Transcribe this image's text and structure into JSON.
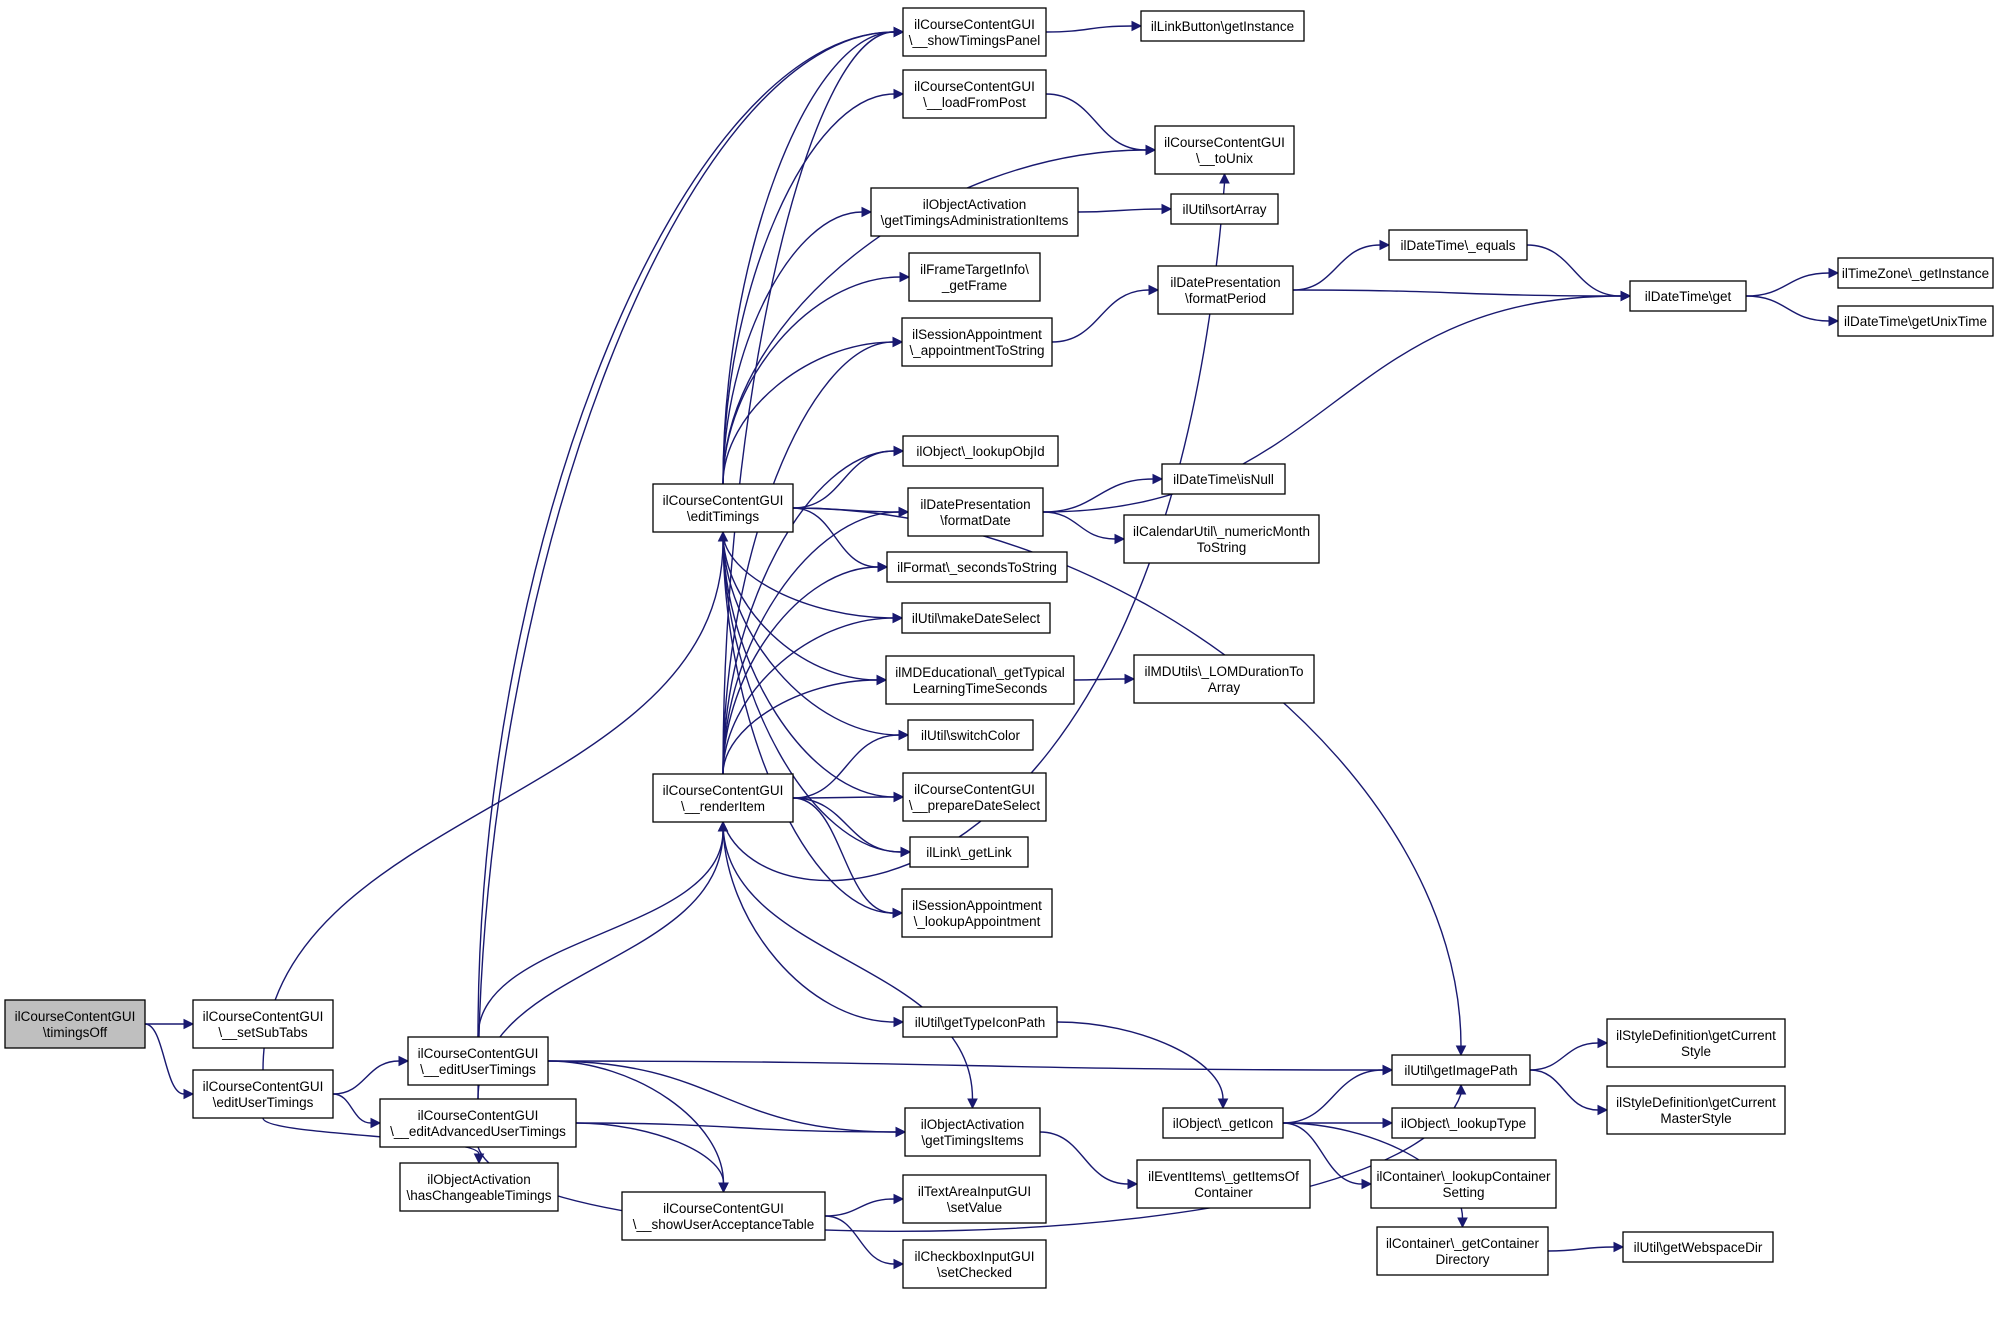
{
  "diagram": {
    "edge_color": "#191970",
    "root_fill": "#bfbfbf",
    "nodes": [
      {
        "id": "root",
        "lines": [
          "ilCourseContentGUI",
          "\\timingsOff"
        ],
        "root": true
      },
      {
        "id": "setSubTabs",
        "lines": [
          "ilCourseContentGUI",
          "\\__setSubTabs"
        ]
      },
      {
        "id": "editUserTimings",
        "lines": [
          "ilCourseContentGUI",
          "\\editUserTimings"
        ]
      },
      {
        "id": "_editUserTimings",
        "lines": [
          "ilCourseContentGUI",
          "\\__editUserTimings"
        ]
      },
      {
        "id": "editAdvanced",
        "lines": [
          "ilCourseContentGUI",
          "\\__editAdvancedUserTimings"
        ]
      },
      {
        "id": "hasChangeable",
        "lines": [
          "ilObjectActivation",
          "\\hasChangeableTimings"
        ]
      },
      {
        "id": "editTimings",
        "lines": [
          "ilCourseContentGUI",
          "\\editTimings"
        ]
      },
      {
        "id": "renderItem",
        "lines": [
          "ilCourseContentGUI",
          "\\__renderItem"
        ]
      },
      {
        "id": "showUserAcceptance",
        "lines": [
          "ilCourseContentGUI",
          "\\__showUserAcceptanceTable"
        ]
      },
      {
        "id": "showTimingsPanel",
        "lines": [
          "ilCourseContentGUI",
          "\\__showTimingsPanel"
        ]
      },
      {
        "id": "loadFromPost",
        "lines": [
          "ilCourseContentGUI",
          "\\__loadFromPost"
        ]
      },
      {
        "id": "getTimingsAdmin",
        "lines": [
          "ilObjectActivation",
          "\\getTimingsAdministrationItems"
        ]
      },
      {
        "id": "getFrame",
        "lines": [
          "ilFrameTargetInfo\\",
          "_getFrame"
        ]
      },
      {
        "id": "appointmentToString",
        "lines": [
          "ilSessionAppointment",
          "\\_appointmentToString"
        ]
      },
      {
        "id": "lookupObjId",
        "lines": [
          "ilObject\\_lookupObjId"
        ]
      },
      {
        "id": "formatDate",
        "lines": [
          "ilDatePresentation",
          "\\formatDate"
        ]
      },
      {
        "id": "secondsToString",
        "lines": [
          "ilFormat\\_secondsToString"
        ]
      },
      {
        "id": "makeDateSelect",
        "lines": [
          "ilUtil\\makeDateSelect"
        ]
      },
      {
        "id": "getTypical",
        "lines": [
          "ilMDEducational\\_getTypical",
          "LearningTimeSeconds"
        ]
      },
      {
        "id": "switchColor",
        "lines": [
          "ilUtil\\switchColor"
        ]
      },
      {
        "id": "prepareDateSelect",
        "lines": [
          "ilCourseContentGUI",
          "\\__prepareDateSelect"
        ]
      },
      {
        "id": "getLink",
        "lines": [
          "ilLink\\_getLink"
        ]
      },
      {
        "id": "lookupAppointment",
        "lines": [
          "ilSessionAppointment",
          "\\_lookupAppointment"
        ]
      },
      {
        "id": "getTypeIconPath",
        "lines": [
          "ilUtil\\getTypeIconPath"
        ]
      },
      {
        "id": "getTimingsItems",
        "lines": [
          "ilObjectActivation",
          "\\getTimingsItems"
        ]
      },
      {
        "id": "textSetValue",
        "lines": [
          "ilTextAreaInputGUI",
          "\\setValue"
        ]
      },
      {
        "id": "checkSetChecked",
        "lines": [
          "ilCheckboxInputGUI",
          "\\setChecked"
        ]
      },
      {
        "id": "linkButton",
        "lines": [
          "ilLinkButton\\getInstance"
        ]
      },
      {
        "id": "toUnix",
        "lines": [
          "ilCourseContentGUI",
          "\\__toUnix"
        ]
      },
      {
        "id": "sortArray",
        "lines": [
          "ilUtil\\sortArray"
        ]
      },
      {
        "id": "formatPeriod",
        "lines": [
          "ilDatePresentation",
          "\\formatPeriod"
        ]
      },
      {
        "id": "isNull",
        "lines": [
          "ilDateTime\\isNull"
        ]
      },
      {
        "id": "numericMonth",
        "lines": [
          "ilCalendarUtil\\_numericMonth",
          "ToString"
        ]
      },
      {
        "id": "lomDuration",
        "lines": [
          "ilMDUtils\\_LOMDurationTo",
          "Array"
        ]
      },
      {
        "id": "getIcon",
        "lines": [
          "ilObject\\_getIcon"
        ]
      },
      {
        "id": "getItemsOf",
        "lines": [
          "ilEventItems\\_getItemsOf",
          "Container"
        ]
      },
      {
        "id": "dtEquals",
        "lines": [
          "ilDateTime\\_equals"
        ]
      },
      {
        "id": "dtGet",
        "lines": [
          "ilDateTime\\get"
        ]
      },
      {
        "id": "getImagePath",
        "lines": [
          "ilUtil\\getImagePath"
        ]
      },
      {
        "id": "lookupType",
        "lines": [
          "ilObject\\_lookupType"
        ]
      },
      {
        "id": "lookupContainer",
        "lines": [
          "ilContainer\\_lookupContainer",
          "Setting"
        ]
      },
      {
        "id": "getContainerDir",
        "lines": [
          "ilContainer\\_getContainer",
          "Directory"
        ]
      },
      {
        "id": "tzGetInstance",
        "lines": [
          "ilTimeZone\\_getInstance"
        ]
      },
      {
        "id": "getUnixTime",
        "lines": [
          "ilDateTime\\getUnixTime"
        ]
      },
      {
        "id": "styleCurrent",
        "lines": [
          "ilStyleDefinition\\getCurrent",
          "Style"
        ]
      },
      {
        "id": "styleMaster",
        "lines": [
          "ilStyleDefinition\\getCurrent",
          "MasterStyle"
        ]
      },
      {
        "id": "webspaceDir",
        "lines": [
          "ilUtil\\getWebspaceDir"
        ]
      }
    ]
  }
}
